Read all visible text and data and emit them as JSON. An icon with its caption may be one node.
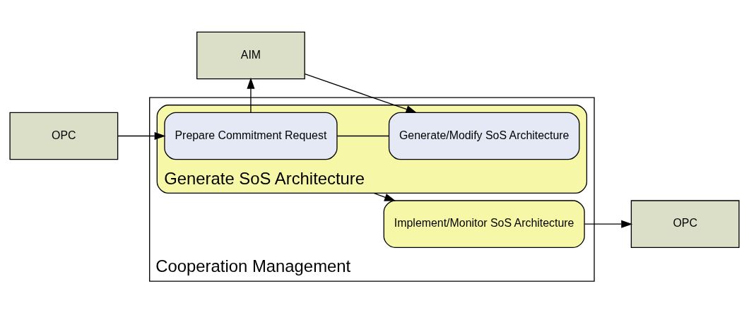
{
  "diagram": {
    "nodes": [
      {
        "text": [
          "Cooperation Management"
        ]
      },
      {
        "text": [
          "Generate SoS Architecture"
        ],
        "in": 0
      },
      {
        "text": [
          "Prepare Commitment Request"
        ],
        "in": 1
      },
      {
        "text": [
          "Generate/Modify SoS Architecture"
        ],
        "in": 1
      },
      {
        "text": [
          "Implement/Monitor SoS Architecture"
        ],
        "in": 0
      },
      {
        "text": [
          "OPC"
        ]
      },
      {
        "text": [
          "OPC"
        ]
      },
      {
        "text": [
          "AIM"
        ]
      }
    ],
    "edges": [
      {
        "from": 5,
        "to": 2,
        "arrow": "to"
      },
      {
        "from": 2,
        "to": 3,
        "arrow": "none"
      },
      {
        "from": 2,
        "to": 7,
        "arrow": "to"
      },
      {
        "from": 7,
        "to": 3,
        "arrow": "to"
      },
      {
        "from": 1,
        "to": 4,
        "arrow": "to"
      },
      {
        "from": 4,
        "to": 6,
        "arrow": "to"
      }
    ]
  }
}
